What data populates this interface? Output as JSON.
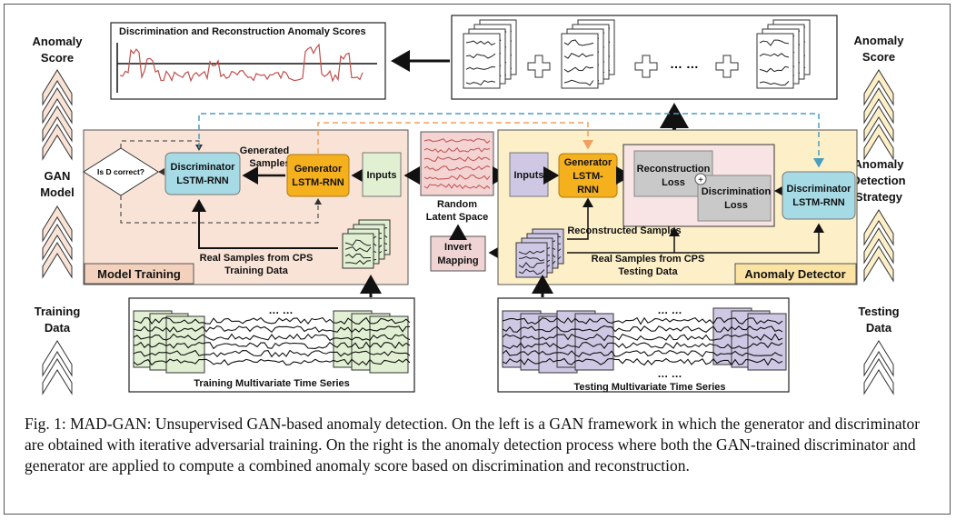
{
  "left_column": {
    "top": [
      "Anomaly",
      "Score"
    ],
    "middle": [
      "GAN",
      "Model"
    ],
    "bottom": [
      "Training",
      "Data"
    ]
  },
  "right_column": {
    "top": [
      "Anomaly",
      "Score"
    ],
    "middle": [
      "Anomaly",
      "Detection",
      "Strategy"
    ],
    "bottom": [
      "Testing",
      "Data"
    ]
  },
  "score_plot": {
    "title": "Discrimination and Reconstruction Anomaly  Scores"
  },
  "samples_strip": {
    "ellipsis": "… …"
  },
  "training_panel": {
    "title": "Model Training",
    "decision": "Is D correct?",
    "discriminator": [
      "Discriminator",
      "LSTM-RNN"
    ],
    "generator": [
      "Generator",
      "LSTM-RNN"
    ],
    "inputs": "Inputs",
    "generated_samples": [
      "Generated",
      "Samples"
    ],
    "real_samples": [
      "Real Samples from CPS",
      "Training Data"
    ]
  },
  "latent": {
    "label": [
      "Random",
      "Latent Space"
    ],
    "invert_mapping": [
      "Invert",
      "Mapping"
    ]
  },
  "detector_panel": {
    "title": "Anomaly Detector",
    "inputs": "Inputs",
    "generator": [
      "Generator",
      "LSTM-",
      "RNN"
    ],
    "reconstruction_loss": [
      "Reconstruction",
      "Loss"
    ],
    "discrimination_loss": [
      "Discrimination",
      "Loss"
    ],
    "plus": "+",
    "discriminator": [
      "Discriminator",
      "LSTM-RNN"
    ],
    "reconstructed_samples": "Reconstructed Samples",
    "real_samples": [
      "Real Samples from CPS",
      "Testing Data"
    ]
  },
  "training_series": {
    "label": "Training Multivariate Time Series",
    "ellipsis": "… …"
  },
  "testing_series": {
    "label": "Testing Multivariate Time Series",
    "ellipsis": "… …"
  },
  "caption": "Fig. 1: MAD-GAN: Unsupervised GAN-based anomaly detection. On the left is a GAN framework in which the generator and discriminator are obtained with iterative adversarial training. On the right is the anomaly detection process where both the GAN-trained discriminator and generator are applied to compute a combined anomaly score based on discrimination and reconstruction.",
  "colors": {
    "training_panel": "#f9e3d6",
    "detector_panel": "#fdf0c8",
    "discriminator": "#a6dbe5",
    "generator": "#f5b01e",
    "inputs_green": "#e1efd2",
    "inputs_purple": "#cfc8e4",
    "loss_gray": "#c9c9c9",
    "invert": "#f0d4d4",
    "plot_line": "#c0504d",
    "orange_dash": "#f0a060",
    "blue_dash": "#4a9ec0",
    "train_series": "#e1efd2",
    "test_series": "#cfc8e4"
  }
}
